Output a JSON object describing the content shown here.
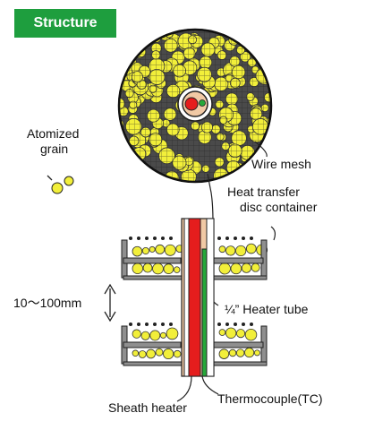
{
  "header": {
    "title": "Structure"
  },
  "labels": {
    "atomized_grain_line1": "Atomized",
    "atomized_grain_line2": "grain",
    "wire_mesh": "Wire mesh",
    "heat_transfer_line1": "Heat transfer",
    "heat_transfer_line2": "disc container",
    "dimension": "10～100mm",
    "heater_tube": "¼” Heater tube",
    "thermocouple": "Thermocouple(TC)",
    "sheath_heater": "Sheath heater"
  },
  "colors": {
    "accent": "#1e9e3e",
    "grain": "#f2ef3a",
    "mesh": "#222222",
    "heater_red": "#e51d1d",
    "thermocouple_green": "#26a83a",
    "tube_copper": "#f1c9a5",
    "disc_gray": "#8f8f8f"
  }
}
